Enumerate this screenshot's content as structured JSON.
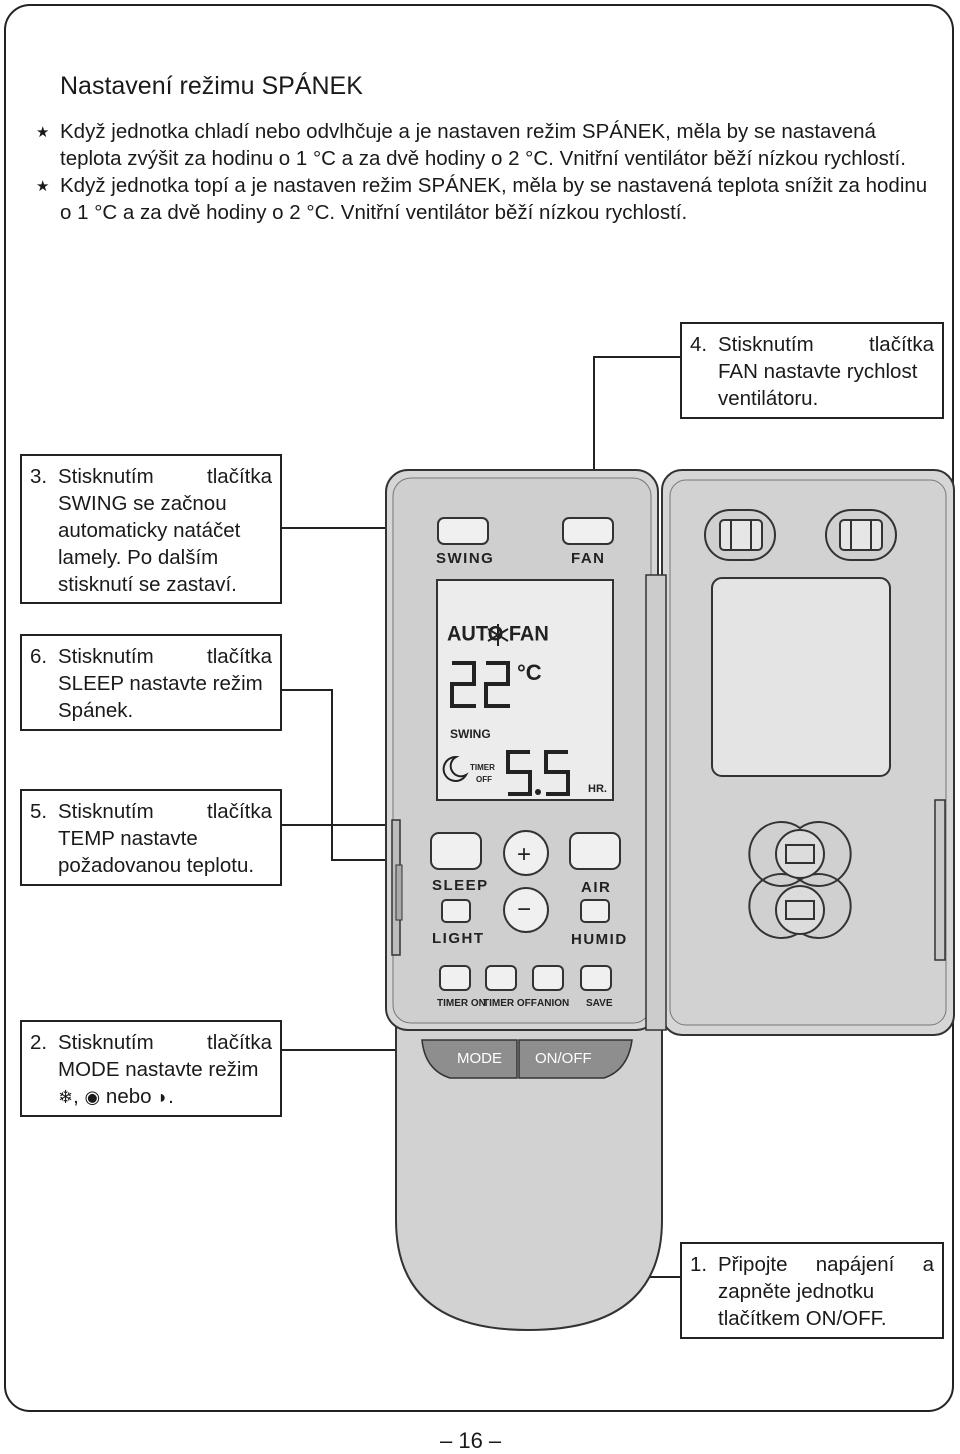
{
  "page": {
    "title": "Nastavení režimu SPÁNEK",
    "bullets": [
      "Když jednotka chladí nebo odvlhčuje a je nastaven režim SPÁNEK, měla by se nastavená teplota zvýšit za hodinu o 1 °C a za dvě hodiny o 2 °C. Vnitřní ventilátor běží nízkou rychlostí.",
      "Když jednotka topí a je nastaven režim SPÁNEK, měla by se nastavená teplota snížit za hodinu o 1 °C a za dvě hodiny o 2 °C. Vnitřní ventilátor běží nízkou rychlostí."
    ],
    "page_number": "– 16 –"
  },
  "callouts": {
    "c4": {
      "num": "4.",
      "line1": "Stisknutím tlačítka",
      "rest": "FAN nastavte rychlost ventilátoru."
    },
    "c3": {
      "num": "3.",
      "line1": "Stisknutím tlačítka",
      "rest": "SWING se začnou automaticky natáčet lamely. Po dalším stisknutí se zastaví."
    },
    "c6": {
      "num": "6.",
      "line1": "Stisknutím tlačítka",
      "rest": "SLEEP nastavte režim Spánek."
    },
    "c5": {
      "num": "5.",
      "line1": "Stisknutím tlačítka",
      "rest": "TEMP nastavte požadovanou teplotu."
    },
    "c2": {
      "num": "2.",
      "line1": "Stisknutím tlačítka",
      "rest": "MODE nastavte režim",
      "rest2": ", ",
      "rest3": " nebo ",
      "rest4": "."
    },
    "c1": {
      "num": "1.",
      "line1": "Připojte napájení a",
      "rest": "zapněte jednotku tlačítkem ON/OFF."
    }
  },
  "remote": {
    "buttons": {
      "swing": "SWING",
      "fan": "FAN",
      "sleep": "SLEEP",
      "air": "AIR",
      "light": "LIGHT",
      "humid": "HUMID",
      "timer_on": "TIMER ON",
      "timer_off": "TIMER OFF",
      "anion": "ANION",
      "save": "SAVE",
      "mode": "MODE",
      "onoff": "ON/OFF",
      "plus": "+",
      "minus": "−"
    },
    "display": {
      "auto_fan": "AUTO FAN",
      "temperature": "22",
      "unit": "°C",
      "swing": "SWING",
      "timer": "TIMER",
      "off": "OFF",
      "timer_value": "5.5",
      "hr": "HR."
    },
    "colors": {
      "body": "#d4d4d4",
      "body_dark": "#c2c2c2",
      "outline": "#333333"
    },
    "icons": [
      "snowflake-icon",
      "moon-icon",
      "sun-icon",
      "drop-icon"
    ]
  }
}
